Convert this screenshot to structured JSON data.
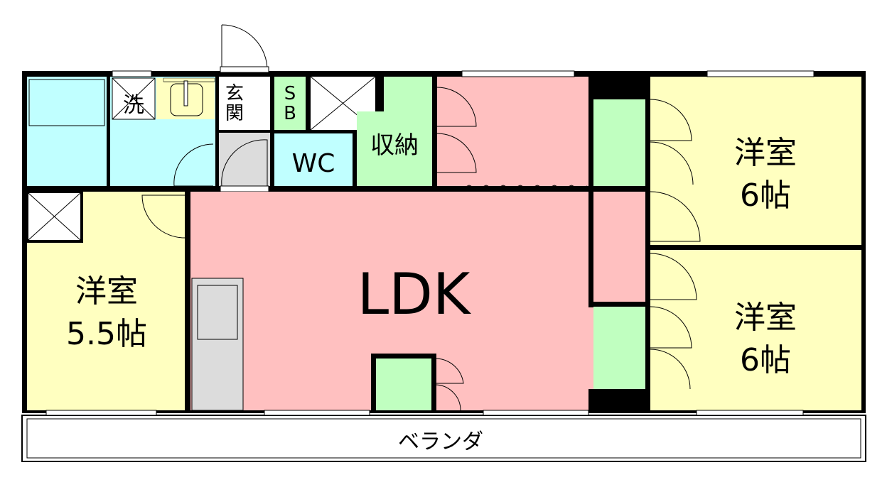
{
  "colors": {
    "wet": "#c0ffff",
    "bedroom": "#ffffc0",
    "storage": "#c0ffc0",
    "ldk": "#ffc0c0",
    "entry": "#dcdcdc",
    "wall": "#000000"
  },
  "rooms": {
    "washroom": "洗",
    "genkan_1": "玄",
    "genkan_2": "関",
    "sb_1": "S",
    "sb_2": "B",
    "wc": "WC",
    "storage": "収納",
    "ldk": "LDK",
    "room_left_1": "洋室",
    "room_left_2": "5.5帖",
    "room_right_top_1": "洋室",
    "room_right_top_2": "6帖",
    "room_right_bottom_1": "洋室",
    "room_right_bottom_2": "6帖",
    "veranda": "ベランダ"
  }
}
